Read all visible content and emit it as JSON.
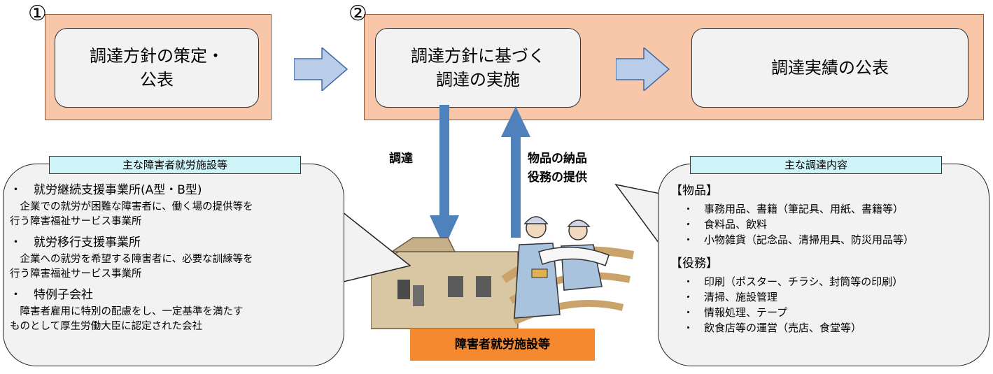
{
  "steps": {
    "step1_num": "①",
    "step2_num": "②",
    "box1": "調達方針の策定・\n公表",
    "box2": "調達方針に基づく\n調達の実施",
    "box3": "調達実績の公表"
  },
  "arrows": {
    "down_label": "調達",
    "up_label": "物品の納品\n役務の提供"
  },
  "facility_label": "障害者就労施設等",
  "left_bubble": {
    "tag": "主な障害者就労施設等",
    "items": [
      {
        "head": "・　就労継続支援事業所(A型・B型)",
        "desc1": "　企業での就労が困難な障害者に、働く場の提供等を",
        "desc2": "行う障害福祉サービス事業所"
      },
      {
        "head": "・　就労移行支援事業所",
        "desc1": "　企業への就労を希望する障害者に、必要な訓練等を",
        "desc2": "行う障害福祉サービス事業所"
      },
      {
        "head": "・　特例子会社",
        "desc1": "　障害者雇用に特別の配慮をし、一定基準を満たす",
        "desc2": "ものとして厚生労働大臣に認定された会社"
      }
    ]
  },
  "right_bubble": {
    "tag": "主な調達内容",
    "goods_head": "【物品】",
    "goods": [
      "・　事務用品、書籍（筆記具、用紙、書籍等）",
      "・　食料品、飲料",
      "・　小物雑貨（記念品、清掃用具、防災用品等）"
    ],
    "services_head": "【役務】",
    "services": [
      "・　印刷（ポスター、チラシ、封筒等の印刷）",
      "・　清掃、施設管理",
      "・　情報処理、テープ",
      "・　飲食店等の運営（売店、食堂等）"
    ]
  },
  "colors": {
    "salmon": "#f8c7a9",
    "arrow_blue": "#4f81bd",
    "tag_cyan": "#cff4f8",
    "facility_orange": "#f5892f"
  }
}
